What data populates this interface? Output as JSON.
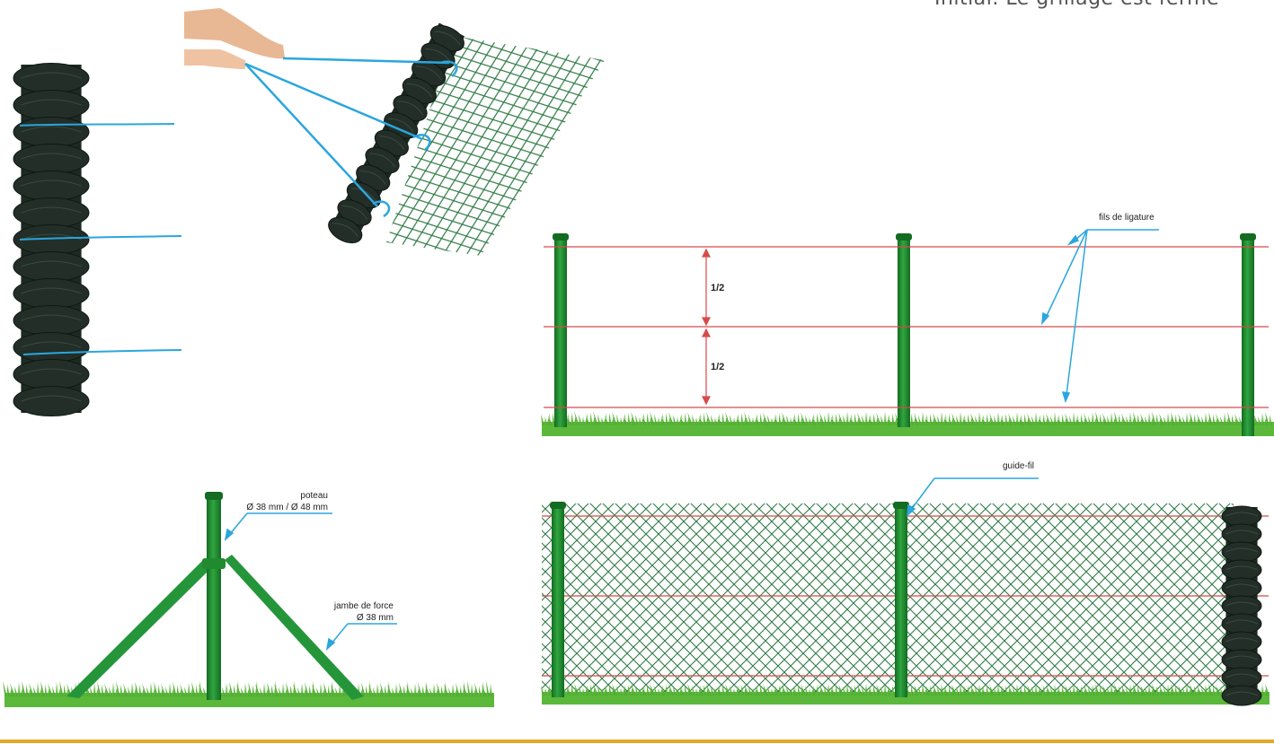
{
  "header_text": "Initial. Le grillage est fermé",
  "labels": {
    "fils": "fils de ligature",
    "guide": "guide-fil",
    "poteau": "poteau",
    "poteau_dim": "Ø 38 mm / Ø 48 mm",
    "jambe": "jambe de force",
    "jambe_dim": "Ø 38 mm",
    "half_top": "1/2",
    "half_bottom": "1/2"
  },
  "colors": {
    "post": "#1f8a2e",
    "post_dark": "#146b22",
    "roll": "#1c2a22",
    "mesh": "#2f7a45",
    "tension_wire": "#d84a4a",
    "callout": "#2ba6de",
    "grass": "#5cb83a",
    "accent_rule": "#e3a82a"
  }
}
